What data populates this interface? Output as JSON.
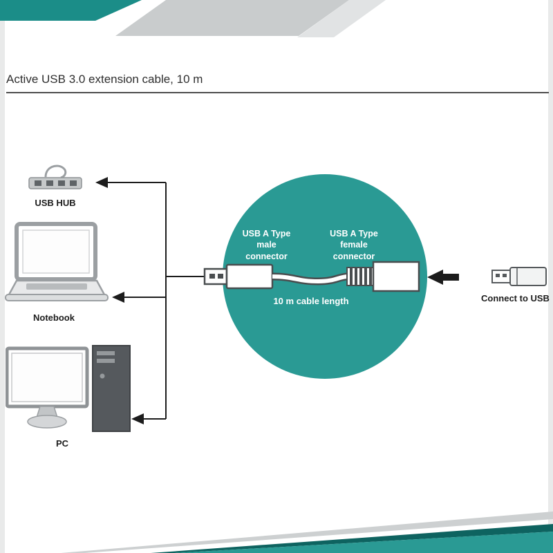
{
  "page": {
    "title": "Active USB 3.0 extension cable, 10 m"
  },
  "colors": {
    "teal": "#2a9a94",
    "teal_dark": "#0e6360",
    "band_gray": "#c9cccd",
    "band_gray_light": "#e1e3e4",
    "line_black": "#1c1c1c",
    "icon_gray": "#9b9fa2",
    "connector_outline": "#494d4f"
  },
  "devices": {
    "hub": {
      "label": "USB HUB",
      "icon": "usb-hub-icon"
    },
    "notebook": {
      "label": "Notebook",
      "icon": "notebook-icon"
    },
    "pc": {
      "label": "PC",
      "icon": "pc-icon"
    }
  },
  "cable": {
    "male_connector_label": "USB A Type\nmale\nconnector",
    "female_connector_label": "USB A Type\nfemale\nconnector",
    "length_label": "10 m cable length",
    "icon": "usb-cable-icon"
  },
  "right_side": {
    "connect_label": "Connect to USB",
    "icon": "usb-plug-icon"
  }
}
